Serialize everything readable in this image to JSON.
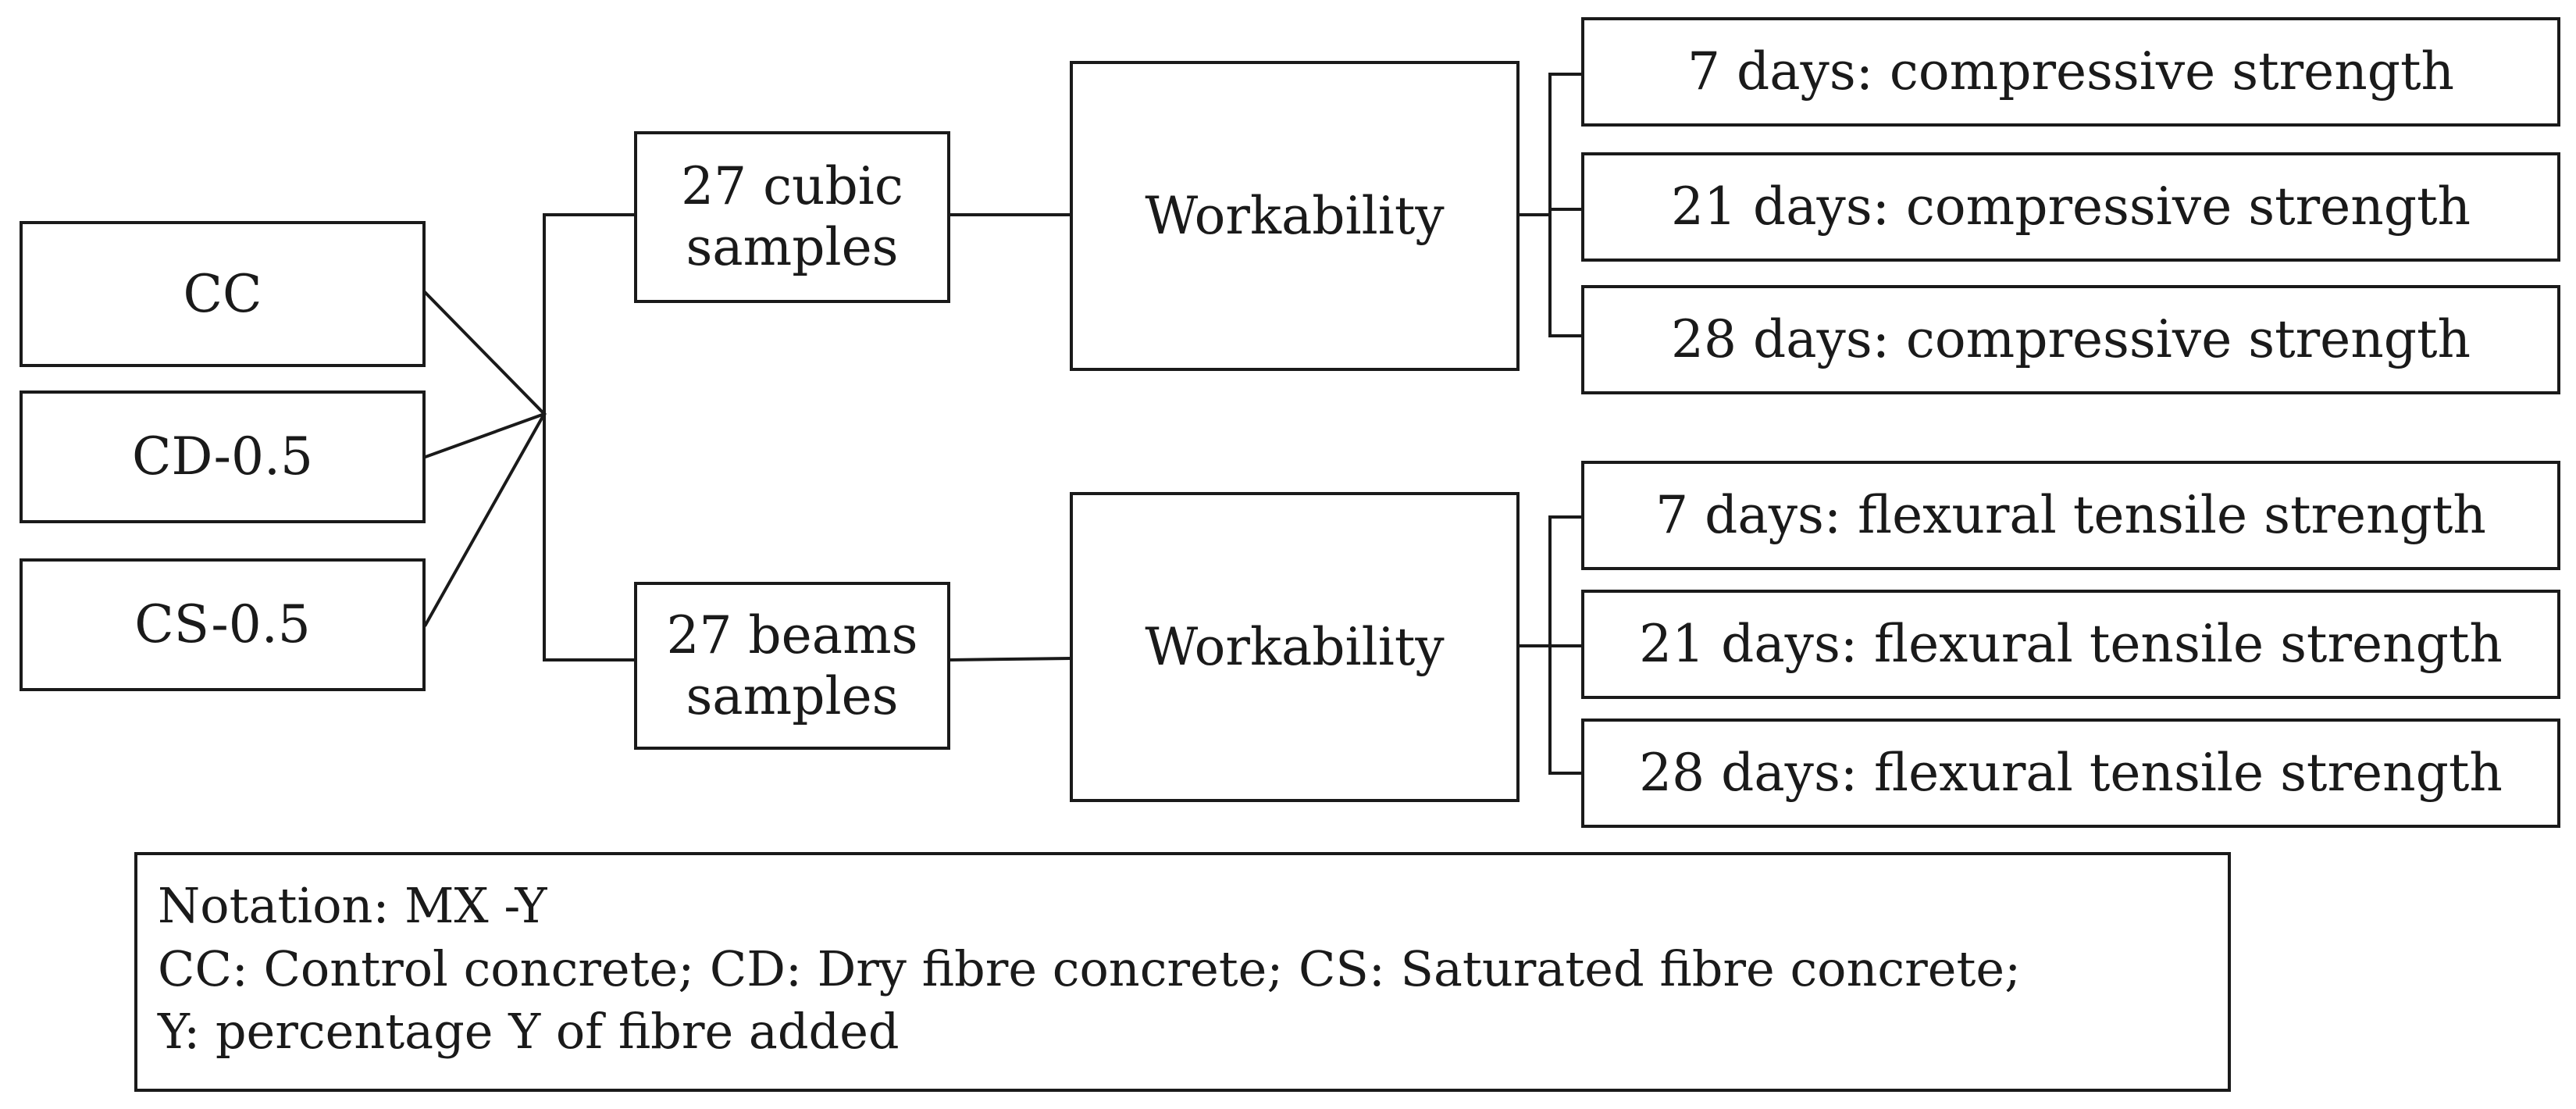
{
  "inputs": [
    {
      "label": "CC"
    },
    {
      "label": "CD-0.5"
    },
    {
      "label": "CS-0.5"
    }
  ],
  "sample_sets": [
    {
      "line1": "27 cubic",
      "line2": "samples"
    },
    {
      "line1": "27 beams",
      "line2": "samples"
    }
  ],
  "workability": [
    {
      "label": "Workability"
    },
    {
      "label": "Workability"
    }
  ],
  "compressive_tests": [
    "7 days: compressive strength",
    "21 days: compressive strength",
    "28 days: compressive strength"
  ],
  "flexural_tests": [
    "7 days: flexural tensile strength",
    "21 days: flexural tensile strength",
    "28 days: flexural tensile strength"
  ],
  "notation": {
    "line1": "Notation: MX -Y",
    "line2": "CC: Control  concrete; CD: Dry fibre concrete; CS: Saturated fibre concrete;",
    "line3": "Y: percentage Y of fibre added"
  }
}
